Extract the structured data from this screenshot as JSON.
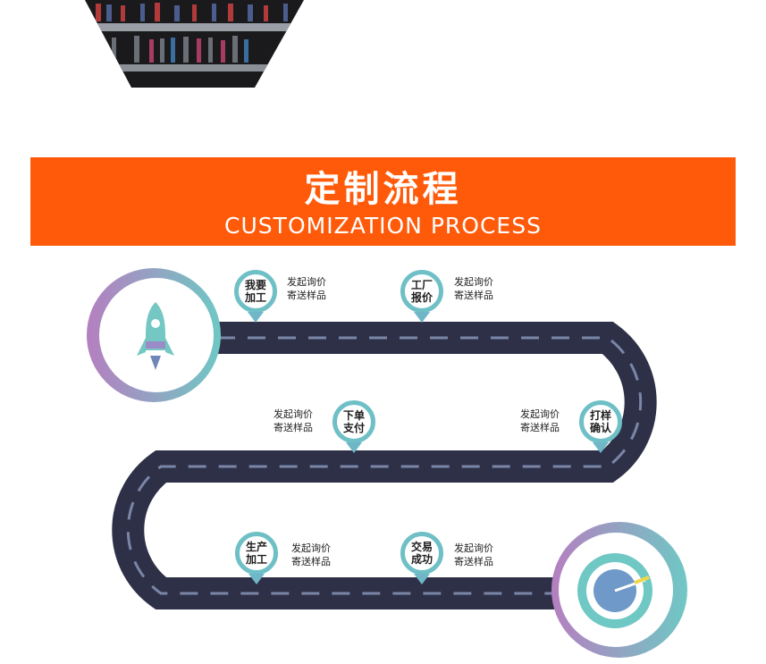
{
  "banner": {
    "title": "定制流程",
    "subtitle": "CUSTOMIZATION PROCESS",
    "color": "#ff5a0a"
  },
  "road": {
    "color": "#2e3048",
    "dash_color": "#7a86a6"
  },
  "steps": [
    {
      "line1": "我要",
      "line2": "加工",
      "cap1": "发起询价",
      "cap2": "寄送样品"
    },
    {
      "line1": "工厂",
      "line2": "报价",
      "cap1": "发起询价",
      "cap2": "寄送样品"
    },
    {
      "line1": "打样",
      "line2": "确认",
      "cap1": "发起询价",
      "cap2": "寄送样品"
    },
    {
      "line1": "下单",
      "line2": "支付",
      "cap1": "发起询价",
      "cap2": "寄送样品"
    },
    {
      "line1": "生产",
      "line2": "加工",
      "cap1": "发起询价",
      "cap2": "寄送样品"
    },
    {
      "line1": "交易",
      "line2": "成功",
      "cap1": "发起询价",
      "cap2": "寄送样品"
    }
  ],
  "icons": {
    "start": "rocket-icon",
    "end": "target-icon"
  }
}
